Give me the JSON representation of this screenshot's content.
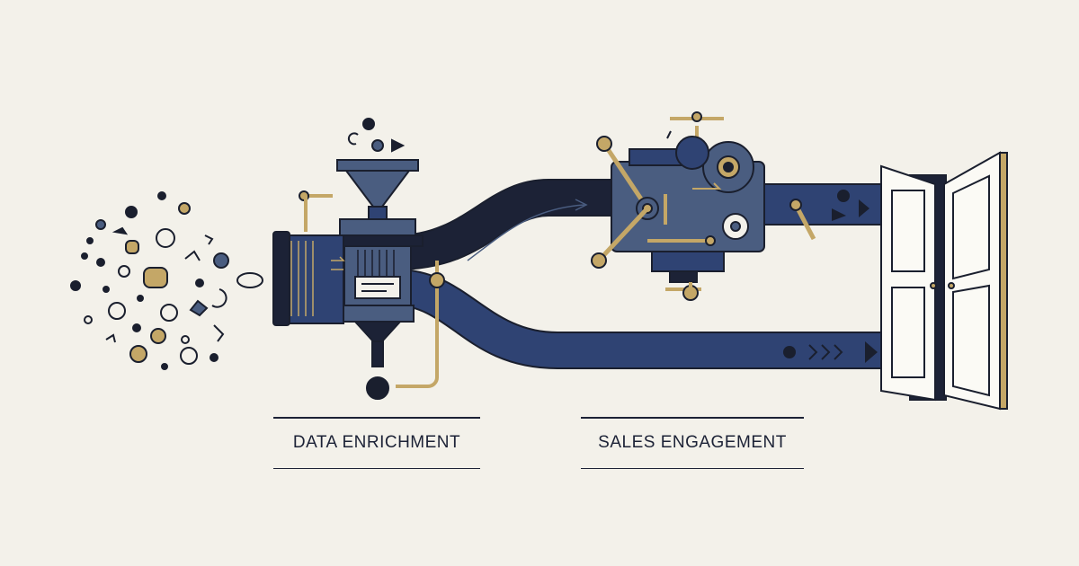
{
  "labels": {
    "stage_one": "DATA ENRICHMENT",
    "stage_two": "SALES ENGAGEMENT"
  },
  "colors": {
    "background": "#f3f1ea",
    "navy": "#1c2236",
    "pipe_blue": "#2f4373",
    "steel_blue": "#4a5d80",
    "gold": "#c4a767",
    "outline": "#1a1f2e"
  },
  "icons": [
    "scattered-data-particles",
    "funnel-icon",
    "enrichment-machine",
    "gear-icon",
    "pipe",
    "open-door-icon"
  ]
}
